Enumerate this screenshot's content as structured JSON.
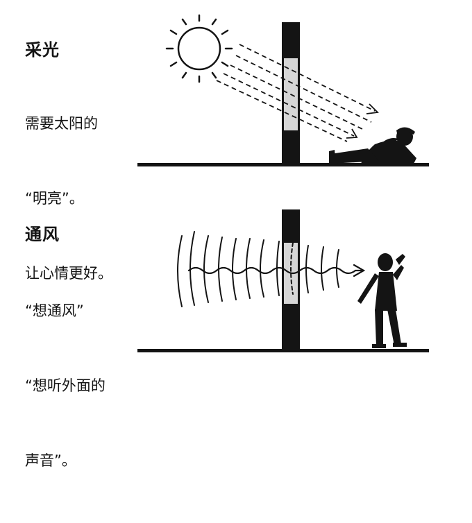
{
  "lighting": {
    "heading": "采光",
    "lines": [
      "需要太阳的",
      "“明亮”。",
      "让心情更好。"
    ]
  },
  "ventilation": {
    "heading": "通风",
    "lines": [
      "“想通风”",
      "“想听外面的",
      "声音”。"
    ]
  },
  "colors": {
    "ink": "#141414",
    "wall_band": "#d6d6d6"
  }
}
